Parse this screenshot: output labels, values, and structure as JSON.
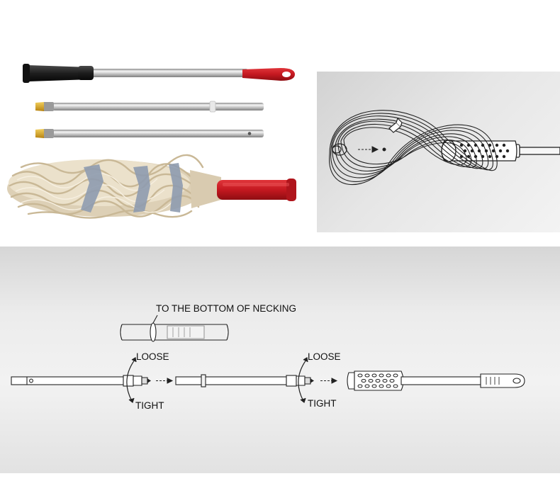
{
  "assembly_diagram": {
    "necking_label": "TO THE BOTTOM OF NECKING",
    "joint_1": {
      "loose_label": "LOOSE",
      "tight_label": "TIGHT"
    },
    "joint_2": {
      "loose_label": "LOOSE",
      "tight_label": "TIGHT"
    }
  },
  "colors": {
    "handle_red": "#c41820",
    "grip_black": "#1e1e1e",
    "steel": "#c9c9c9",
    "cotton": "#e8dcc4",
    "binding_band": "#8f9cb0",
    "thread_tip": "#d8a017"
  }
}
